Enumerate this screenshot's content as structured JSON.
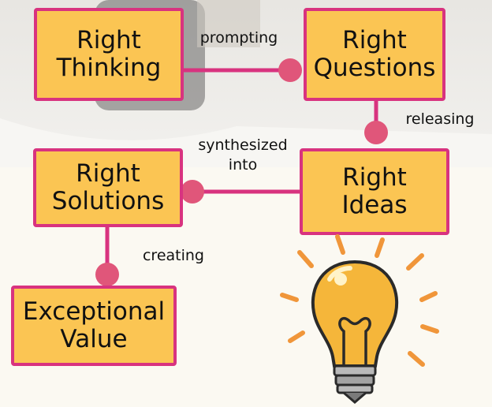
{
  "nodes": {
    "right_thinking": {
      "line1": "Right",
      "line2": "Thinking"
    },
    "right_questions": {
      "line1": "Right",
      "line2": "Questions"
    },
    "right_ideas": {
      "line1": "Right",
      "line2": "Ideas"
    },
    "right_solutions": {
      "line1": "Right",
      "line2": "Solutions"
    },
    "exceptional_value": {
      "line1": "Exceptional",
      "line2": "Value"
    }
  },
  "edges": {
    "prompting": "prompting",
    "releasing": "releasing",
    "synthesized_1": "synthesized",
    "synthesized_2": "into",
    "creating": "creating"
  },
  "colors": {
    "box_fill": "#fbc553",
    "box_border": "#d8337f",
    "connector": "#d8337f",
    "dot": "#e0567a"
  },
  "icons": {
    "illustration": "lightbulb-icon"
  }
}
